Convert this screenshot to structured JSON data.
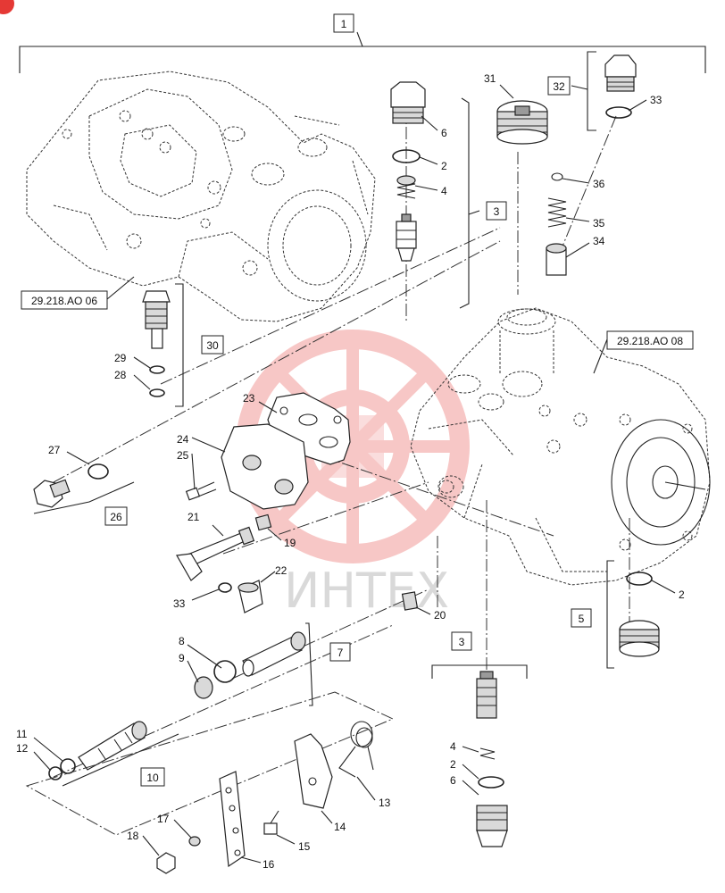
{
  "watermark": {
    "text": "ИНТЕХ",
    "color": "#e53935"
  },
  "assembly_label": "1",
  "references": [
    "29.218.AO 06",
    "29.218.AO 08"
  ],
  "callouts": {
    "c2a": "2",
    "c2b": "2",
    "c2c": "2",
    "c4a": "4",
    "c4b": "4",
    "c6a": "6",
    "c6b": "6",
    "c8": "8",
    "c9": "9",
    "c11": "11",
    "c12": "12",
    "c13": "13",
    "c14": "14",
    "c15": "15",
    "c16": "16",
    "c17": "17",
    "c18": "18",
    "c19": "19",
    "c20": "20",
    "c21": "21",
    "c22": "22",
    "c23": "23",
    "c24": "24",
    "c25": "25",
    "c27": "27",
    "c28": "28",
    "c29": "29",
    "c31": "31",
    "c33a": "33",
    "c33b": "33",
    "c34": "34",
    "c35": "35",
    "c36": "36"
  },
  "boxed": {
    "b1": "1",
    "b3a": "3",
    "b3b": "3",
    "b5": "5",
    "b7": "7",
    "b10": "10",
    "b26": "26",
    "b30": "30",
    "b32": "32"
  }
}
